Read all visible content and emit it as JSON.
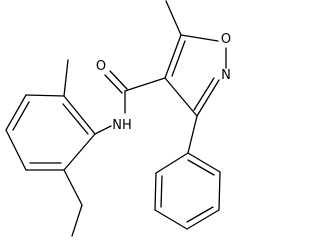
{
  "molecule": {
    "atom_labels": {
      "carbonyl_oxygen": "O",
      "ring_oxygen": "O",
      "ring_nitrogen": "N",
      "amide_nh": "NH"
    }
  },
  "colors": {
    "bond": "#000000",
    "label": "#000000",
    "background": "#ffffff"
  }
}
